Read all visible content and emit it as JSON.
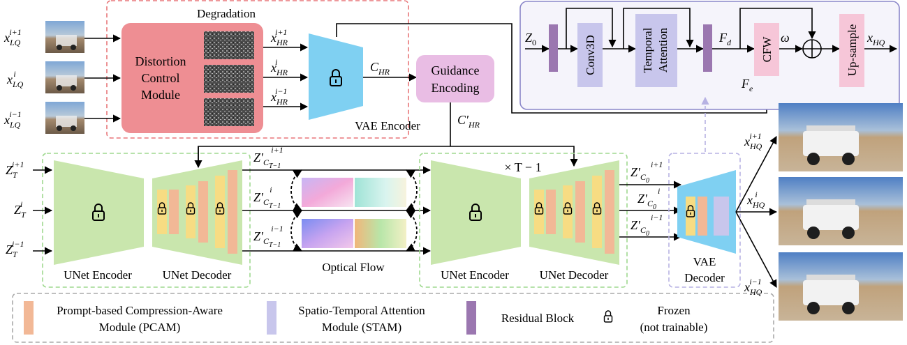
{
  "colors": {
    "degradation_border": "#e8777a",
    "distortion_fill": "#ee8e93",
    "vae_encoder_fill": "#7fd0f2",
    "guidance_fill": "#e9bde4",
    "unet_fill": "#c9e6ad",
    "green_dashed": "#9fd98f",
    "purple_border": "#8a86c9",
    "panel_fill": "#f5f4fb",
    "pcam_fill": "#f2b896",
    "stam_fill": "#c8c6ec",
    "residual_fill": "#9b77b0",
    "cfw_fill": "#f6c6d8",
    "yellow_fill": "#f7dc83",
    "legend_border": "#aaaaaa"
  },
  "degradation": {
    "title": "Degradation"
  },
  "distortion": {
    "l1": "Distortion",
    "l2": "Control",
    "l3": "Module"
  },
  "inputs": {
    "lq_next": {
      "base": "x",
      "sub": "LQ",
      "sup": "i+1"
    },
    "lq_cur": {
      "base": "x",
      "sub": "LQ",
      "sup": "i"
    },
    "lq_prev": {
      "base": "x",
      "sub": "LQ",
      "sup": "i−1"
    }
  },
  "hr": {
    "next": {
      "base": "x",
      "sub": "HR",
      "sup": "i+1"
    },
    "cur": {
      "base": "x",
      "sub": "HR",
      "sup": "i"
    },
    "prev": {
      "base": "x",
      "sub": "HR",
      "sup": "i−1"
    }
  },
  "vae_encoder": {
    "label": "VAE Encoder"
  },
  "c_hr": {
    "base": "C",
    "sub": "HR"
  },
  "guidance": {
    "l1": "Guidance",
    "l2": "Encoding"
  },
  "c_hr_prime": {
    "base": "C′",
    "sub": "HR"
  },
  "noise_inputs": {
    "next": {
      "base": "Z",
      "sub": "T",
      "sup": "i+1"
    },
    "cur": {
      "base": "Z",
      "sub": "T",
      "sup": "i"
    },
    "prev": {
      "base": "Z",
      "sub": "T",
      "sup": "i−1"
    }
  },
  "unet_left": {
    "encoder_label": "UNet Encoder",
    "decoder_label": "UNet Decoder"
  },
  "latents_mid": {
    "next": {
      "base": "Z′",
      "sub": "C",
      "subsub": "T−1",
      "sup": "i+1"
    },
    "cur": {
      "base": "Z′",
      "sub": "C",
      "subsub": "T−1",
      "sup": "i"
    },
    "prev": {
      "base": "Z′",
      "sub": "C",
      "subsub": "T−1",
      "sup": "i−1"
    }
  },
  "optical_flow": {
    "label": "Optical Flow"
  },
  "repeat": {
    "label": "× T − 1"
  },
  "unet_right": {
    "encoder_label": "UNet Encoder",
    "decoder_label": "UNet Decoder"
  },
  "latents_out": {
    "next": {
      "base": "Z′",
      "sub": "C",
      "subsub": "0",
      "sup": "i+1"
    },
    "cur": {
      "base": "Z′",
      "sub": "C",
      "subsub": "0",
      "sup": "i"
    },
    "prev": {
      "base": "Z′",
      "sub": "C",
      "subsub": "0",
      "sup": "i−1"
    }
  },
  "vae_decoder": {
    "l1": "VAE",
    "l2": "Decoder"
  },
  "outputs": {
    "next": {
      "base": "x",
      "sub": "HQ",
      "sup": "i+1"
    },
    "cur": {
      "base": "x",
      "sub": "HQ",
      "sup": "i"
    },
    "prev": {
      "base": "x",
      "sub": "HQ",
      "sup": "i−1"
    }
  },
  "detail_panel": {
    "z0": {
      "base": "Z",
      "sub": "0"
    },
    "conv3d": "Conv3D",
    "temporal": {
      "l1": "Temporal",
      "l2": "Attention"
    },
    "fd": {
      "base": "F",
      "sub": "d"
    },
    "cfw": "CFW",
    "omega": "ω",
    "upsample": "Up-sample",
    "xhq": {
      "base": "x",
      "sub": "HQ"
    },
    "fe": {
      "base": "F",
      "sub": "e"
    }
  },
  "legend": {
    "pcam": {
      "l1": "Prompt-based Compression-Aware",
      "l2": "Module (PCAM)"
    },
    "stam": {
      "l1": "Spatio-Temporal Attention",
      "l2": "Module (STAM)"
    },
    "residual": "Residual Block",
    "frozen": {
      "l1": "Frozen",
      "l2": "(not trainable)"
    }
  }
}
